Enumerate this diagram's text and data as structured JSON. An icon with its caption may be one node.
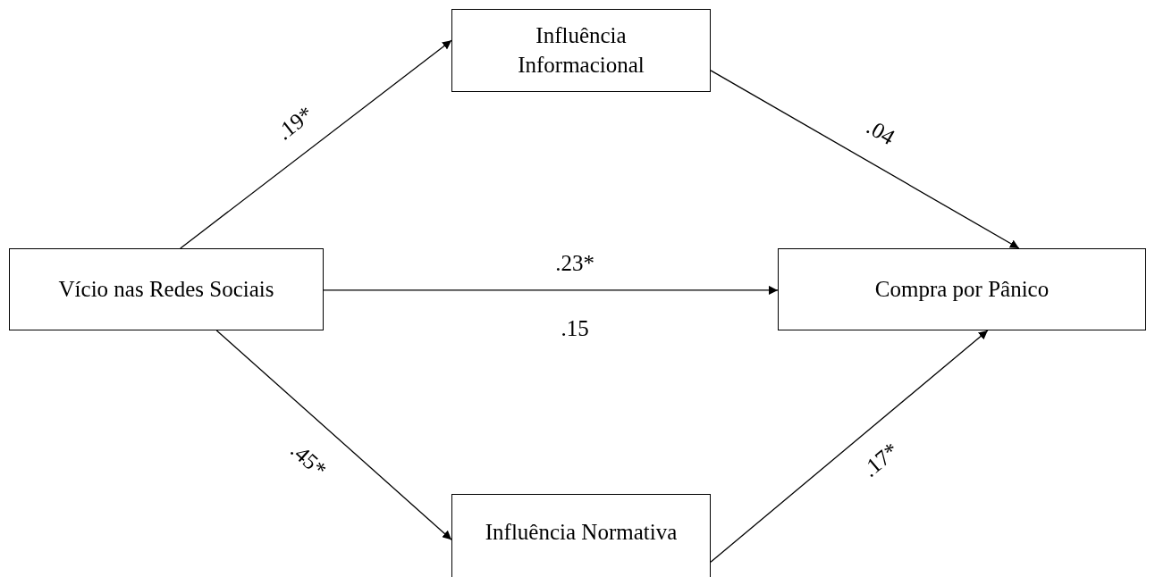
{
  "diagram": {
    "nodes": [
      {
        "text": [
          "Vício nas Redes Sociais"
        ]
      },
      {
        "text": [
          "Influência Informacional"
        ]
      },
      {
        "text": [
          "Influência Normativa"
        ]
      },
      {
        "text": [
          "Compra por Pânico"
        ]
      }
    ],
    "edges": [
      {
        "from": 0,
        "to": 1,
        "arrow": "to",
        "label": ".19*"
      },
      {
        "from": 1,
        "to": 3,
        "arrow": "to",
        "label": ".04"
      },
      {
        "from": 0,
        "to": 3,
        "arrow": "to",
        "label": ".23*"
      },
      {
        "from": 0,
        "to": 2,
        "arrow": "to",
        "label": ".45*"
      },
      {
        "from": 2,
        "to": 3,
        "arrow": "to",
        "label": ".17*"
      }
    ],
    "labels": [
      ".15"
    ]
  }
}
